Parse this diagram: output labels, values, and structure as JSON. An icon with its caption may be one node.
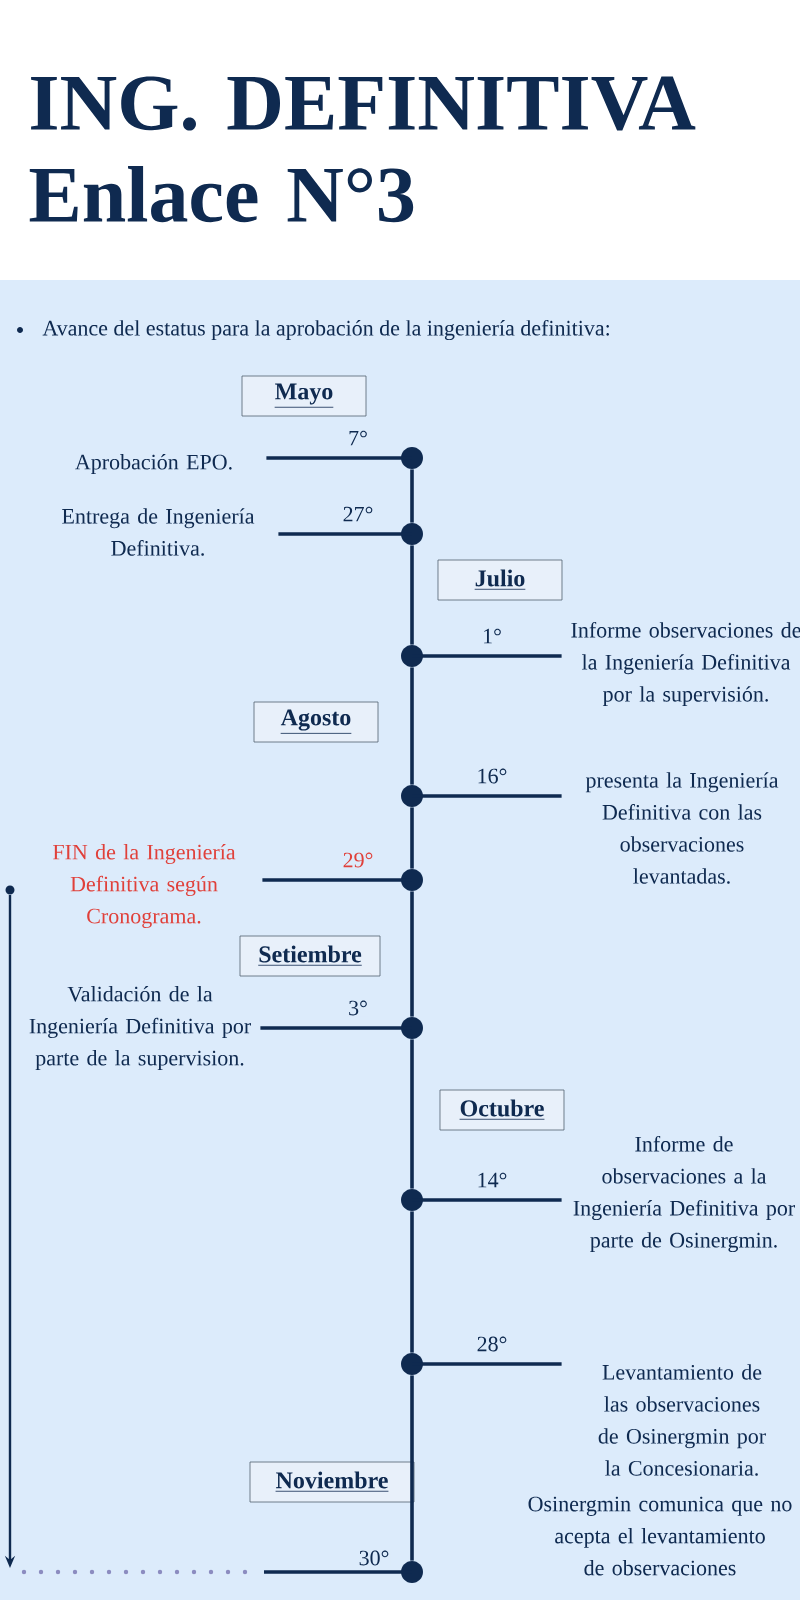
{
  "diagram": {
    "title": "ING. DEFINITIVA Enlace N°3",
    "nodes": [
      {
        "text": [
          "Mayo"
        ]
      },
      {
        "text": [
          "Aprobación EPO."
        ]
      },
      {
        "text": [],
        "shape": "circle"
      },
      {
        "text": [
          "Entrega de Ingeniería Definitiva."
        ]
      },
      {
        "text": [],
        "shape": "circle"
      },
      {
        "text": [
          "Julio"
        ]
      },
      {
        "text": [],
        "shape": "circle"
      },
      {
        "text": [
          "Informe observaciones de la Ingeniería Definitiva por la supervisión."
        ]
      },
      {
        "text": [
          "Agosto"
        ]
      },
      {
        "text": [],
        "shape": "circle"
      },
      {
        "text": [
          "presenta la Ingeniería Definitiva con las observaciones levantadas."
        ]
      },
      {
        "text": [
          "FIN de la Ingeniería Definitiva según Cronograma."
        ]
      },
      {
        "text": [],
        "shape": "circle"
      },
      {
        "text": [
          "Setiembre"
        ]
      },
      {
        "text": [
          "Validación de la Ingeniería Definitiva por parte de la supervision."
        ]
      },
      {
        "text": [],
        "shape": "circle"
      },
      {
        "text": [
          "Octubre"
        ]
      },
      {
        "text": [],
        "shape": "circle"
      },
      {
        "text": [
          "Informe de observaciones a la Ingeniería Definitiva por parte de Osinergmin."
        ]
      },
      {
        "text": [],
        "shape": "circle"
      },
      {
        "text": [
          "Levantamiento de las observaciones de Osinergmin por la Concesionaria."
        ]
      },
      {
        "text": [
          "Noviembre"
        ]
      },
      {
        "text": [],
        "shape": "circle"
      },
      {
        "text": [],
        "shape": "circle"
      }
    ],
    "edges": [
      {
        "from": 1,
        "to": 2,
        "arrow": "none",
        "label": "7°"
      },
      {
        "from": 3,
        "to": 4,
        "arrow": "none",
        "label": "27°"
      },
      {
        "from": 6,
        "to": 7,
        "arrow": "none",
        "label": "1°"
      },
      {
        "from": 9,
        "to": 10,
        "arrow": "none",
        "label": "16°"
      },
      {
        "from": 11,
        "to": 12,
        "arrow": "none",
        "label": "29°"
      },
      {
        "from": 14,
        "to": 15,
        "arrow": "none",
        "label": "3°"
      },
      {
        "from": 17,
        "to": 18,
        "arrow": "none",
        "label": "14°"
      },
      {
        "from": 19,
        "to": 20,
        "arrow": "none",
        "label": "28°"
      },
      {
        "from": 22,
        "to": null,
        "arrow": "none",
        "label": "30°"
      },
      {
        "from": 2,
        "to": 4,
        "arrow": "none"
      },
      {
        "from": 4,
        "to": 6,
        "arrow": "none"
      },
      {
        "from": 6,
        "to": 9,
        "arrow": "none"
      },
      {
        "from": 9,
        "to": 12,
        "arrow": "none"
      },
      {
        "from": 12,
        "to": 15,
        "arrow": "none"
      },
      {
        "from": 15,
        "to": 17,
        "arrow": "none"
      },
      {
        "from": 17,
        "to": 19,
        "arrow": "none"
      },
      {
        "from": 19,
        "to": 22,
        "arrow": "none"
      },
      {
        "from": 23,
        "to": null,
        "arrow": "to"
      }
    ],
    "labels": [
      "Avance del estatus para la aprobación de la ingeniería definitiva:",
      "Osinergmin comunica que no acepta el levantamiento de observaciones"
    ]
  }
}
